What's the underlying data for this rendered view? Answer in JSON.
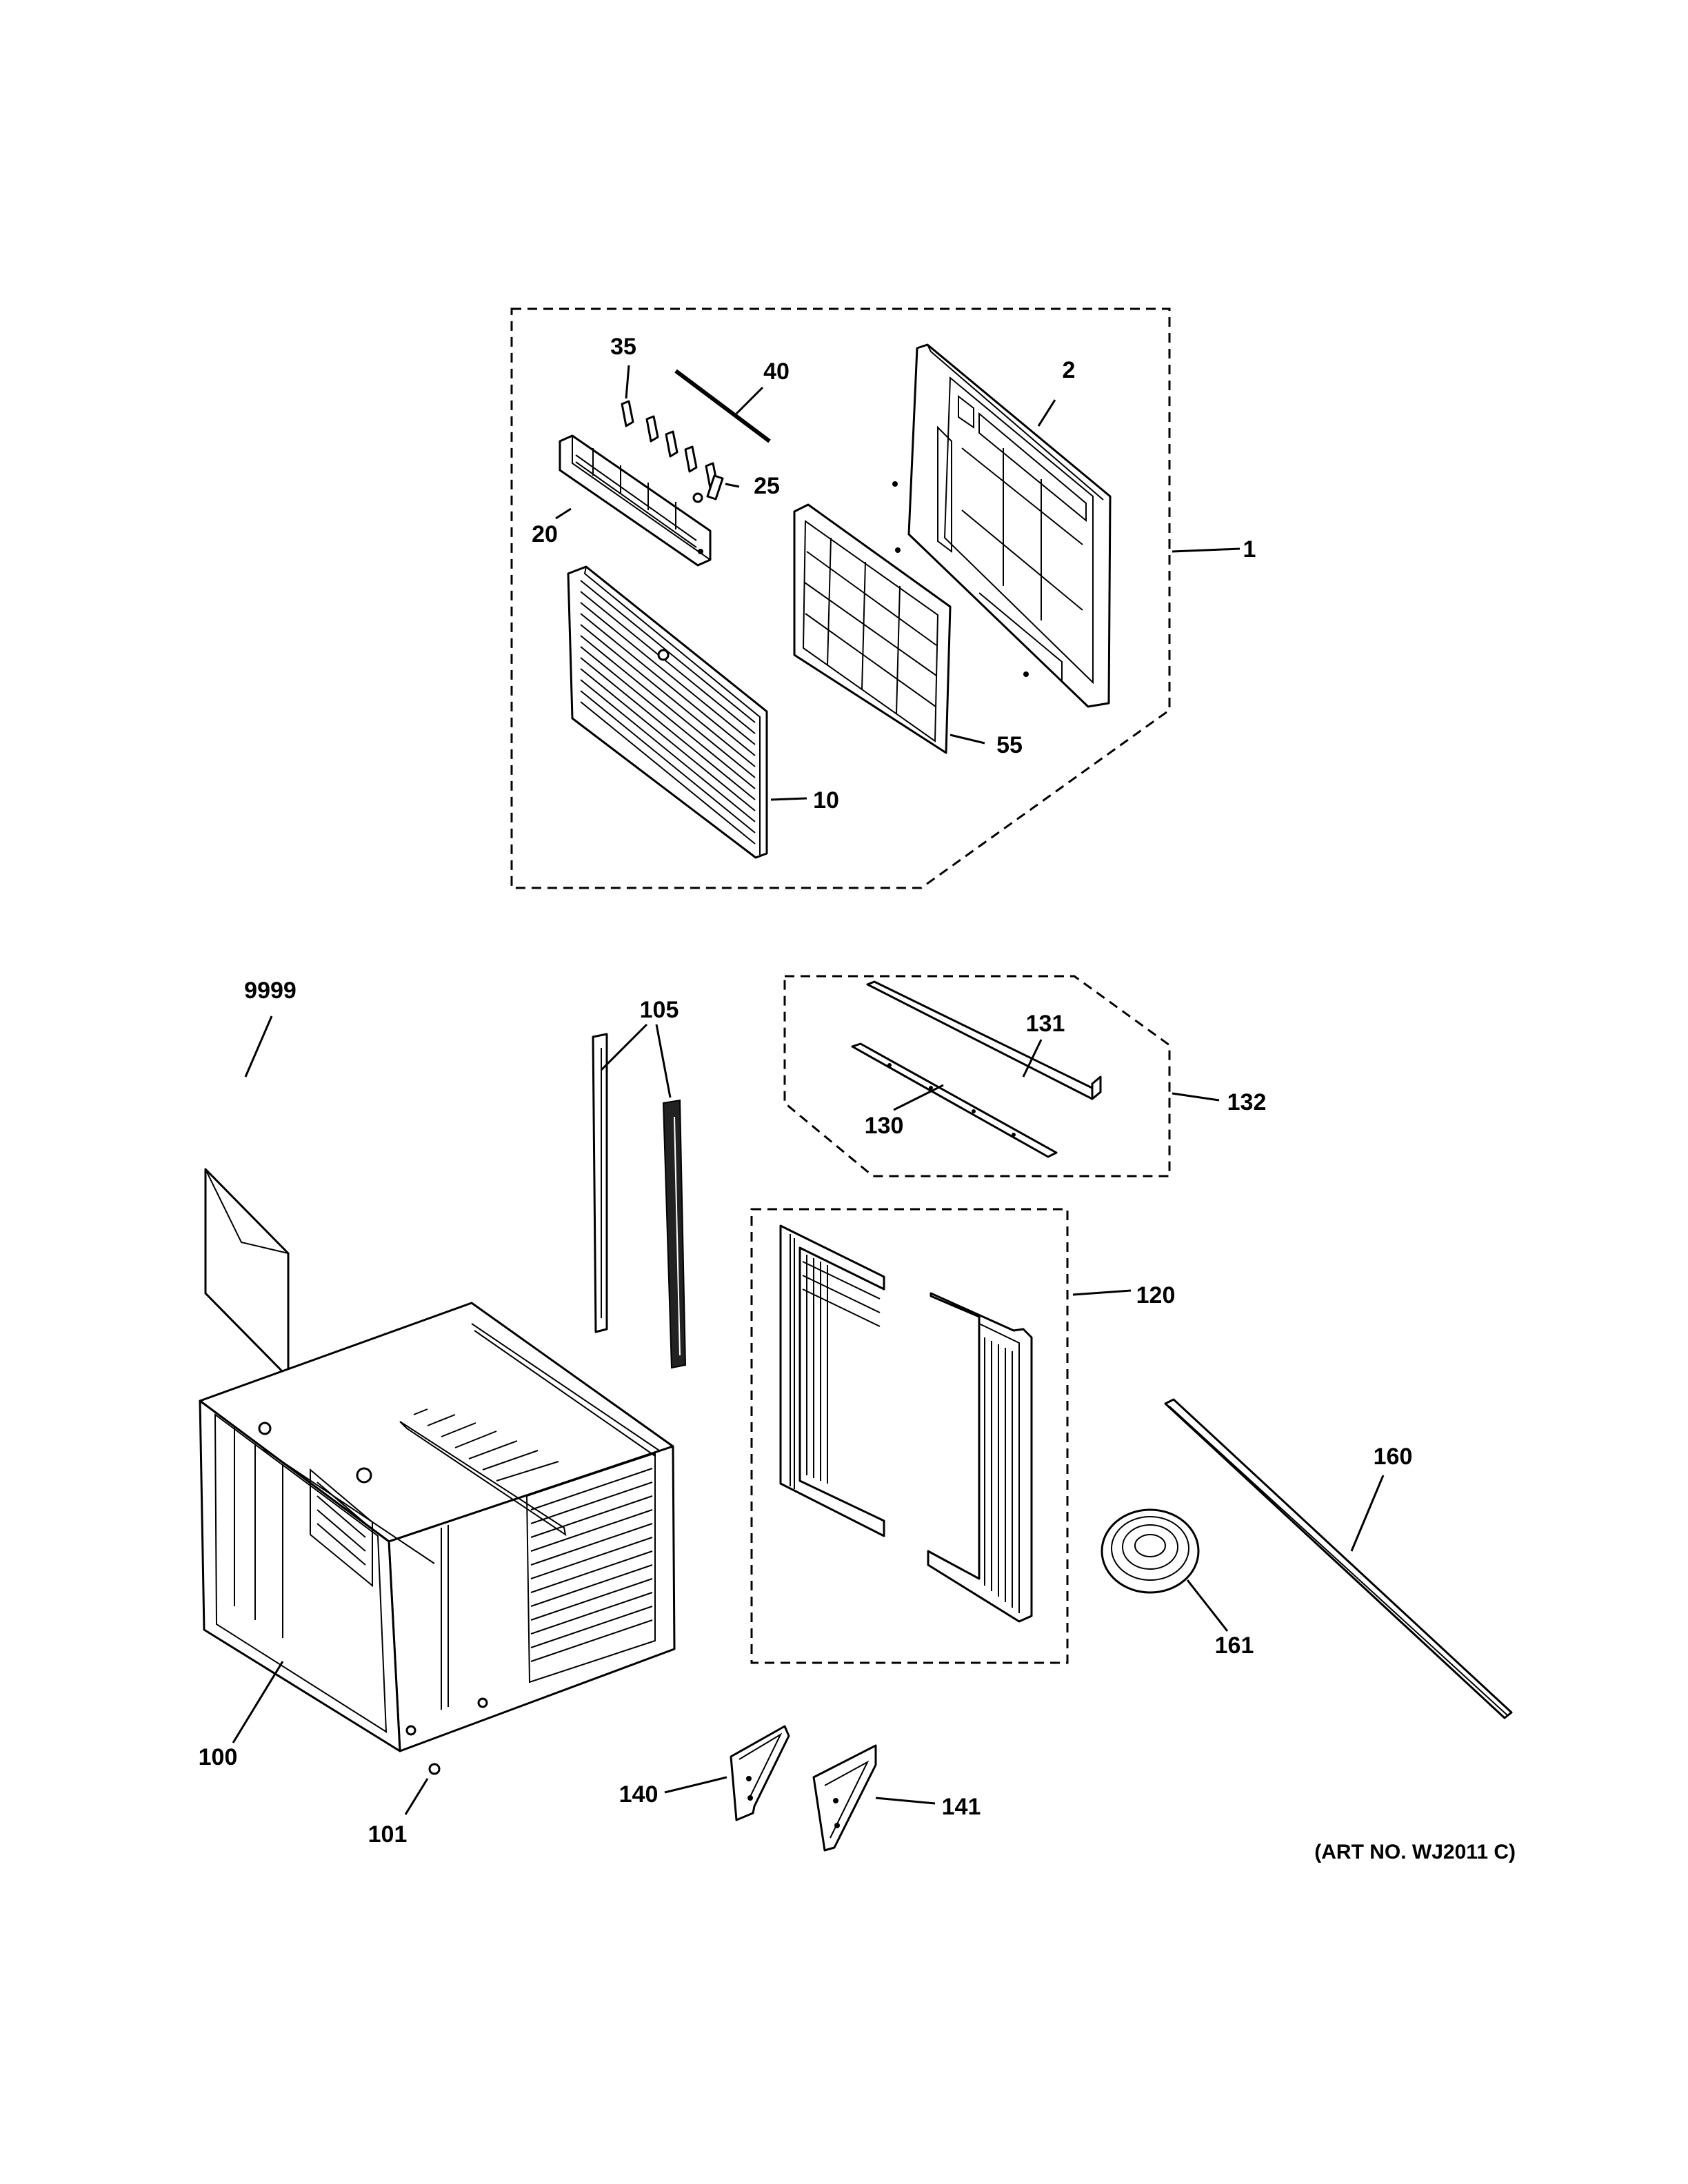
{
  "diagram": {
    "art_number": "(ART NO. WJ2011 C)",
    "callouts": {
      "c1": "1",
      "c2": "2",
      "c10": "10",
      "c20": "20",
      "c25": "25",
      "c35": "35",
      "c40": "40",
      "c55": "55",
      "c9999": "9999",
      "c105": "105",
      "c131": "131",
      "c130": "130",
      "c132": "132",
      "c120": "120",
      "c160": "160",
      "c161": "161",
      "c100": "100",
      "c101": "101",
      "c140": "140",
      "c141": "141"
    }
  }
}
